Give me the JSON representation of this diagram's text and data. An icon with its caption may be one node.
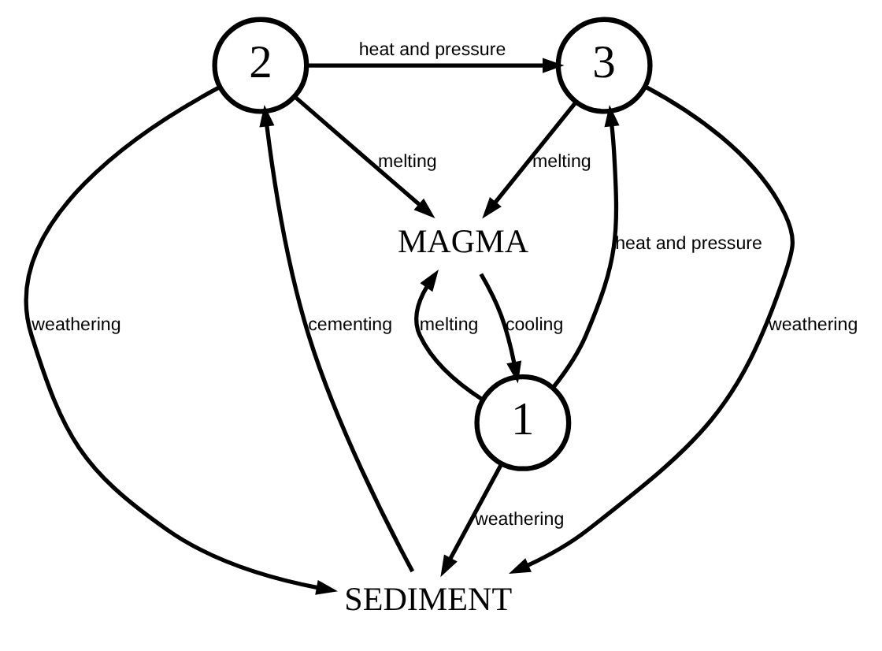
{
  "diagram": {
    "nodes": [
      {
        "text": [
          "2"
        ]
      },
      {
        "text": [
          "3"
        ]
      },
      {
        "text": [
          "SEDIMENT"
        ]
      },
      {
        "text": [
          "MAGMA"
        ]
      },
      {
        "text": [
          "1"
        ]
      }
    ],
    "edges": [
      {
        "from": 0,
        "to": 1,
        "arrow": "to",
        "label": "heat and pressure"
      },
      {
        "from": 0,
        "to": 3,
        "arrow": "to",
        "label": "melting"
      },
      {
        "from": 0,
        "to": 2,
        "arrow": "to",
        "label": "weathering"
      },
      {
        "from": 2,
        "to": 0,
        "arrow": "to",
        "label": "cementing"
      },
      {
        "from": 1,
        "to": 2,
        "arrow": "to",
        "label": "weathering"
      },
      {
        "from": 1,
        "to": 3,
        "arrow": "to",
        "label": "melting"
      },
      {
        "from": 3,
        "to": 4,
        "arrow": "to",
        "label": "cooling"
      },
      {
        "from": 4,
        "to": 3,
        "arrow": "to",
        "label": "melting"
      },
      {
        "from": 4,
        "to": 1,
        "arrow": "to",
        "label": "heat and pressure"
      },
      {
        "from": 4,
        "to": 2,
        "arrow": "to",
        "label": "weathering"
      }
    ]
  }
}
